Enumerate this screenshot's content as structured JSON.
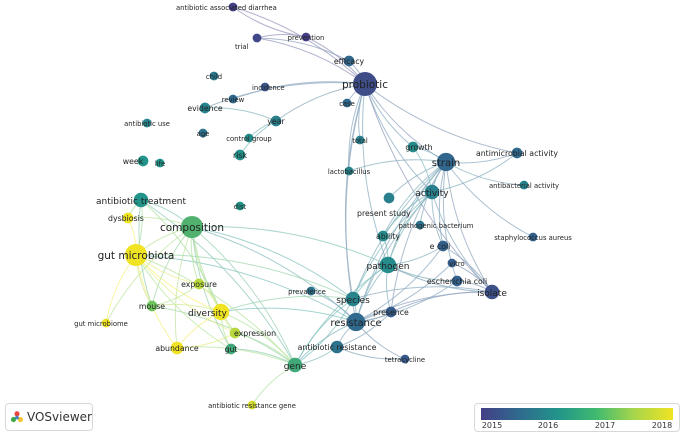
{
  "network": {
    "nodes": [
      {
        "id": "probiotic",
        "label": "probiotic",
        "year": 2015.3,
        "weight": 10
      },
      {
        "id": "strain",
        "label": "strain",
        "year": 2015.9,
        "weight": 7
      },
      {
        "id": "gut_microbiota",
        "label": "gut microbiota",
        "year": 2018.0,
        "weight": 9
      },
      {
        "id": "composition",
        "label": "composition",
        "year": 2017.3,
        "weight": 9
      },
      {
        "id": "resistance",
        "label": "resistance",
        "year": 2016.0,
        "weight": 7
      },
      {
        "id": "pathogen",
        "label": "pathogen",
        "year": 2016.8,
        "weight": 6
      },
      {
        "id": "gene",
        "label": "gene",
        "year": 2017.2,
        "weight": 5
      },
      {
        "id": "diversity",
        "label": "diversity",
        "year": 2018.0,
        "weight": 6
      },
      {
        "id": "activity",
        "label": "activity",
        "year": 2016.5,
        "weight": 5
      },
      {
        "id": "species",
        "label": "species",
        "year": 2016.6,
        "weight": 5
      },
      {
        "id": "isolate",
        "label": "isolate",
        "year": 2015.4,
        "weight": 5
      },
      {
        "id": "antibiotic_treatment",
        "label": "antibiotic treatment",
        "year": 2017.0,
        "weight": 5
      },
      {
        "id": "efficacy",
        "label": "efficacy",
        "year": 2015.9,
        "weight": 3
      },
      {
        "id": "prevention",
        "label": "prevention",
        "year": 2015.0,
        "weight": 2
      },
      {
        "id": "trial",
        "label": "trial",
        "year": 2015.2,
        "weight": 2
      },
      {
        "id": "antibiotic_associated_diarrhea",
        "label": "antibiotic associated diarrhea",
        "year": 2015.0,
        "weight": 2
      },
      {
        "id": "child",
        "label": "child",
        "year": 2016.3,
        "weight": 2
      },
      {
        "id": "incidence",
        "label": "incidence",
        "year": 2015.5,
        "weight": 2
      },
      {
        "id": "review",
        "label": "review",
        "year": 2016.0,
        "weight": 2
      },
      {
        "id": "evidence",
        "label": "evidence",
        "year": 2016.6,
        "weight": 3
      },
      {
        "id": "case",
        "label": "case",
        "year": 2016.0,
        "weight": 2
      },
      {
        "id": "year",
        "label": "year",
        "year": 2016.5,
        "weight": 3
      },
      {
        "id": "antibiotic_use",
        "label": "antibiotic use",
        "year": 2016.6,
        "weight": 2
      },
      {
        "id": "age",
        "label": "age",
        "year": 2016.2,
        "weight": 2
      },
      {
        "id": "control_group",
        "label": "control group",
        "year": 2016.8,
        "weight": 2
      },
      {
        "id": "total",
        "label": "total",
        "year": 2016.5,
        "weight": 2
      },
      {
        "id": "growth",
        "label": "growth",
        "year": 2016.8,
        "weight": 3
      },
      {
        "id": "antimicrobial_activity",
        "label": "antimicrobial activity",
        "year": 2016.0,
        "weight": 3
      },
      {
        "id": "week",
        "label": "week",
        "year": 2017.0,
        "weight": 3
      },
      {
        "id": "life",
        "label": "life",
        "year": 2017.0,
        "weight": 2
      },
      {
        "id": "risk",
        "label": "risk",
        "year": 2016.9,
        "weight": 3
      },
      {
        "id": "lactobacillus",
        "label": "lactobacillus",
        "year": 2016.6,
        "weight": 2
      },
      {
        "id": "antibacterial_activity",
        "label": "antibacterial activity",
        "year": 2016.6,
        "weight": 2
      },
      {
        "id": "present_study",
        "label": "present study",
        "year": 2016.5,
        "weight": 3
      },
      {
        "id": "dysbiosis",
        "label": "dysbiosis",
        "year": 2018.0,
        "weight": 3
      },
      {
        "id": "dist",
        "label": "dist",
        "year": 2017.0,
        "weight": 2
      },
      {
        "id": "pathogenic_bacterium",
        "label": "pathogenic bacterium",
        "year": 2016.2,
        "weight": 2
      },
      {
        "id": "ability",
        "label": "ability",
        "year": 2016.8,
        "weight": 3
      },
      {
        "id": "staphylococcus_aureus",
        "label": "staphylococcus aureus",
        "year": 2015.8,
        "weight": 2
      },
      {
        "id": "e_coli",
        "label": "e coli",
        "year": 2015.8,
        "weight": 3
      },
      {
        "id": "vitro",
        "label": "vitro",
        "year": 2015.7,
        "weight": 2
      },
      {
        "id": "exposure",
        "label": "exposure",
        "year": 2017.8,
        "weight": 3
      },
      {
        "id": "escherichia_coli",
        "label": "escherichia coli",
        "year": 2015.8,
        "weight": 3
      },
      {
        "id": "prevalence",
        "label": "prevalence",
        "year": 2016.2,
        "weight": 2
      },
      {
        "id": "presence",
        "label": "presence",
        "year": 2015.7,
        "weight": 3
      },
      {
        "id": "mouse",
        "label": "mouse",
        "year": 2017.5,
        "weight": 3
      },
      {
        "id": "gut_microbiome",
        "label": "gut microbiome",
        "year": 2018.0,
        "weight": 2
      },
      {
        "id": "expression",
        "label": "expression",
        "year": 2017.8,
        "weight": 3
      },
      {
        "id": "abundance",
        "label": "abundance",
        "year": 2018.0,
        "weight": 4
      },
      {
        "id": "gut",
        "label": "gut",
        "year": 2017.2,
        "weight": 3
      },
      {
        "id": "antibiotic_resistance",
        "label": "antibiotic resistance",
        "year": 2016.2,
        "weight": 4
      },
      {
        "id": "tetracycline",
        "label": "tetracycline",
        "year": 2015.6,
        "weight": 2
      },
      {
        "id": "antibiotic_resistance_gene",
        "label": "antibiotic resistance gene",
        "year": 2017.9,
        "weight": 2
      }
    ],
    "links": [
      [
        "probiotic",
        "efficacy"
      ],
      [
        "probiotic",
        "prevention"
      ],
      [
        "probiotic",
        "antibiotic_associated_diarrhea"
      ],
      [
        "probiotic",
        "strain"
      ],
      [
        "probiotic",
        "activity"
      ],
      [
        "probiotic",
        "growth"
      ],
      [
        "probiotic",
        "case"
      ],
      [
        "probiotic",
        "year"
      ],
      [
        "probiotic",
        "review"
      ],
      [
        "probiotic",
        "evidence"
      ],
      [
        "probiotic",
        "trial"
      ],
      [
        "probiotic",
        "lactobacillus"
      ],
      [
        "probiotic",
        "pathogen"
      ],
      [
        "probiotic",
        "isolate"
      ],
      [
        "probiotic",
        "species"
      ],
      [
        "probiotic",
        "resistance"
      ],
      [
        "probiotic",
        "antimicrobial_activity"
      ],
      [
        "probiotic",
        "total"
      ],
      [
        "efficacy",
        "trial"
      ],
      [
        "prevention",
        "trial"
      ],
      [
        "antibiotic_associated_diarrhea",
        "prevention"
      ],
      [
        "year",
        "evidence"
      ],
      [
        "year",
        "risk"
      ],
      [
        "year",
        "control_group"
      ],
      [
        "strain",
        "activity"
      ],
      [
        "strain",
        "growth"
      ],
      [
        "strain",
        "antimicrobial_activity"
      ],
      [
        "strain",
        "antibacterial_activity"
      ],
      [
        "strain",
        "pathogen"
      ],
      [
        "strain",
        "isolate"
      ],
      [
        "strain",
        "e_coli"
      ],
      [
        "strain",
        "species"
      ],
      [
        "strain",
        "resistance"
      ],
      [
        "strain",
        "presence"
      ],
      [
        "strain",
        "present_study"
      ],
      [
        "strain",
        "ability"
      ],
      [
        "strain",
        "pathogenic_bacterium"
      ],
      [
        "strain",
        "escherichia_coli"
      ],
      [
        "strain",
        "staphylococcus_aureus"
      ],
      [
        "strain",
        "lactobacillus"
      ],
      [
        "activity",
        "pathogen"
      ],
      [
        "activity",
        "isolate"
      ],
      [
        "activity",
        "e_coli"
      ],
      [
        "activity",
        "species"
      ],
      [
        "activity",
        "antimicrobial_activity"
      ],
      [
        "activity",
        "growth"
      ],
      [
        "activity",
        "resistance"
      ],
      [
        "activity",
        "ability"
      ],
      [
        "pathogen",
        "isolate"
      ],
      [
        "pathogen",
        "species"
      ],
      [
        "pathogen",
        "resistance"
      ],
      [
        "pathogen",
        "e_coli"
      ],
      [
        "pathogen",
        "escherichia_coli"
      ],
      [
        "pathogen",
        "presence"
      ],
      [
        "pathogen",
        "composition"
      ],
      [
        "pathogen",
        "gene"
      ],
      [
        "pathogen",
        "ability"
      ],
      [
        "isolate",
        "resistance"
      ],
      [
        "isolate",
        "escherichia_coli"
      ],
      [
        "isolate",
        "vitro"
      ],
      [
        "isolate",
        "e_coli"
      ],
      [
        "isolate",
        "presence"
      ],
      [
        "isolate",
        "species"
      ],
      [
        "resistance",
        "gene"
      ],
      [
        "resistance",
        "antibiotic_resistance"
      ],
      [
        "resistance",
        "species"
      ],
      [
        "resistance",
        "presence"
      ],
      [
        "resistance",
        "escherichia_coli"
      ],
      [
        "resistance",
        "composition"
      ],
      [
        "resistance",
        "gut_microbiota"
      ],
      [
        "resistance",
        "diversity"
      ],
      [
        "resistance",
        "prevalence"
      ],
      [
        "resistance",
        "tetracycline"
      ],
      [
        "resistance",
        "e_coli"
      ],
      [
        "resistance",
        "vitro"
      ],
      [
        "species",
        "composition"
      ],
      [
        "species",
        "gut_microbiota"
      ],
      [
        "species",
        "diversity"
      ],
      [
        "species",
        "gene"
      ],
      [
        "gene",
        "antibiotic_resistance"
      ],
      [
        "gene",
        "diversity"
      ],
      [
        "gene",
        "composition"
      ],
      [
        "gene",
        "gut_microbiota"
      ],
      [
        "gene",
        "abundance"
      ],
      [
        "gene",
        "gut"
      ],
      [
        "gene",
        "expression"
      ],
      [
        "gene",
        "antibiotic_treatment"
      ],
      [
        "gene",
        "mouse"
      ],
      [
        "gene",
        "antibiotic_resistance_gene"
      ],
      [
        "gene",
        "species"
      ],
      [
        "composition",
        "gut_microbiota"
      ],
      [
        "composition",
        "diversity"
      ],
      [
        "composition",
        "antibiotic_treatment"
      ],
      [
        "composition",
        "dysbiosis"
      ],
      [
        "composition",
        "mouse"
      ],
      [
        "composition",
        "exposure"
      ],
      [
        "composition",
        "abundance"
      ],
      [
        "composition",
        "gut"
      ],
      [
        "composition",
        "expression"
      ],
      [
        "composition",
        "gut_microbiome"
      ],
      [
        "gut_microbiota",
        "antibiotic_treatment"
      ],
      [
        "gut_microbiota",
        "dysbiosis"
      ],
      [
        "gut_microbiota",
        "diversity"
      ],
      [
        "gut_microbiota",
        "mouse"
      ],
      [
        "gut_microbiota",
        "exposure"
      ],
      [
        "gut_microbiota",
        "abundance"
      ],
      [
        "gut_microbiota",
        "gut_microbiome"
      ],
      [
        "gut_microbiota",
        "expression"
      ],
      [
        "gut_microbiota",
        "gut"
      ],
      [
        "diversity",
        "abundance"
      ],
      [
        "diversity",
        "mouse"
      ],
      [
        "diversity",
        "exposure"
      ],
      [
        "diversity",
        "expression"
      ],
      [
        "diversity",
        "gut"
      ],
      [
        "diversity",
        "antibiotic_treatment"
      ],
      [
        "antibiotic_treatment",
        "dysbiosis"
      ],
      [
        "antibiotic_treatment",
        "mouse"
      ],
      [
        "abundance",
        "expression"
      ],
      [
        "mouse",
        "exposure"
      ],
      [
        "antibiotic_resistance",
        "tetracycline"
      ],
      [
        "antibiotic_resistance",
        "presence"
      ]
    ]
  },
  "legend": {
    "ticks": [
      "2015",
      "2016",
      "2017",
      "2018"
    ]
  },
  "branding": {
    "logo_text": "VOSviewer",
    "logo_icon": "vosviewer-logo-icon"
  },
  "colors": {
    "y2015": "#443f86",
    "y2016": "#2f6a8e",
    "y2017": "#22948a",
    "y2018": "#f0e323",
    "link_2015": "#a9a8d6",
    "link_2018": "#f2ec7a"
  }
}
